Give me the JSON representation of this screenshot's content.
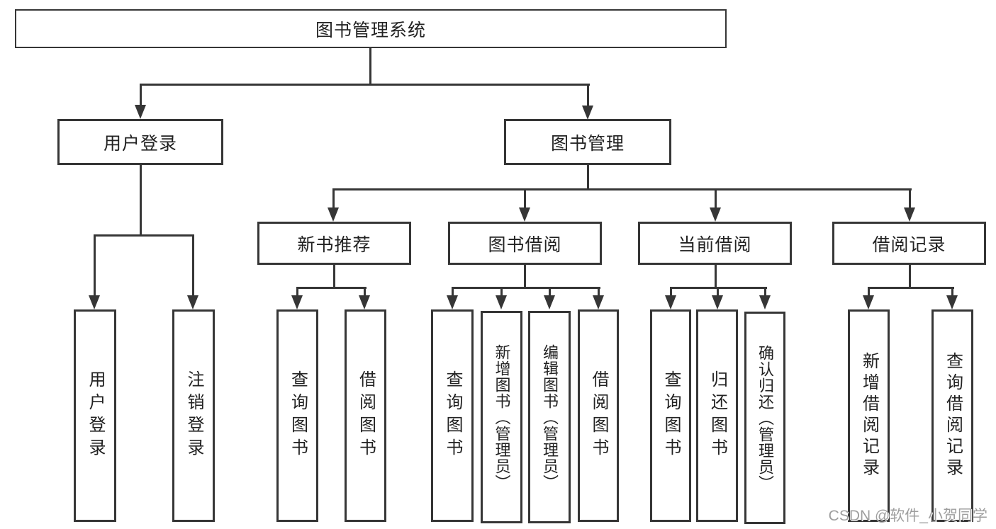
{
  "diagram": {
    "root": {
      "label": "图书管理系统"
    },
    "level2": {
      "user_login": {
        "label": "用户登录"
      },
      "book_mgmt": {
        "label": "图书管理"
      }
    },
    "level3": {
      "new_book": {
        "label": "新书推荐"
      },
      "book_borrow": {
        "label": "图书借阅"
      },
      "current_borrow": {
        "label": "当前借阅"
      },
      "borrow_record": {
        "label": "借阅记录"
      }
    },
    "leaves": {
      "user_login": {
        "label": "用户登录"
      },
      "logout": {
        "label": "注销登录"
      },
      "nb_query": {
        "label": "查询图书"
      },
      "nb_borrow": {
        "label": "借阅图书"
      },
      "bb_query": {
        "label": "查询图书"
      },
      "bb_add": {
        "label": "新增图书（管理员）"
      },
      "bb_edit": {
        "label": "编辑图书（管理员）"
      },
      "bb_borrow": {
        "label": "借阅图书"
      },
      "cb_query": {
        "label": "查询图书"
      },
      "cb_return": {
        "label": "归还图书"
      },
      "cb_confirm": {
        "label": "确认归还（管理员）"
      },
      "br_add": {
        "label": "新增借阅记录"
      },
      "br_query": {
        "label": "查询借阅记录"
      }
    },
    "watermark": "CSDN @软件_小贺同学",
    "colors": {
      "line": "#363636",
      "text": "#222222",
      "watermark": "#9e9e9e",
      "background": "#ffffff"
    }
  }
}
